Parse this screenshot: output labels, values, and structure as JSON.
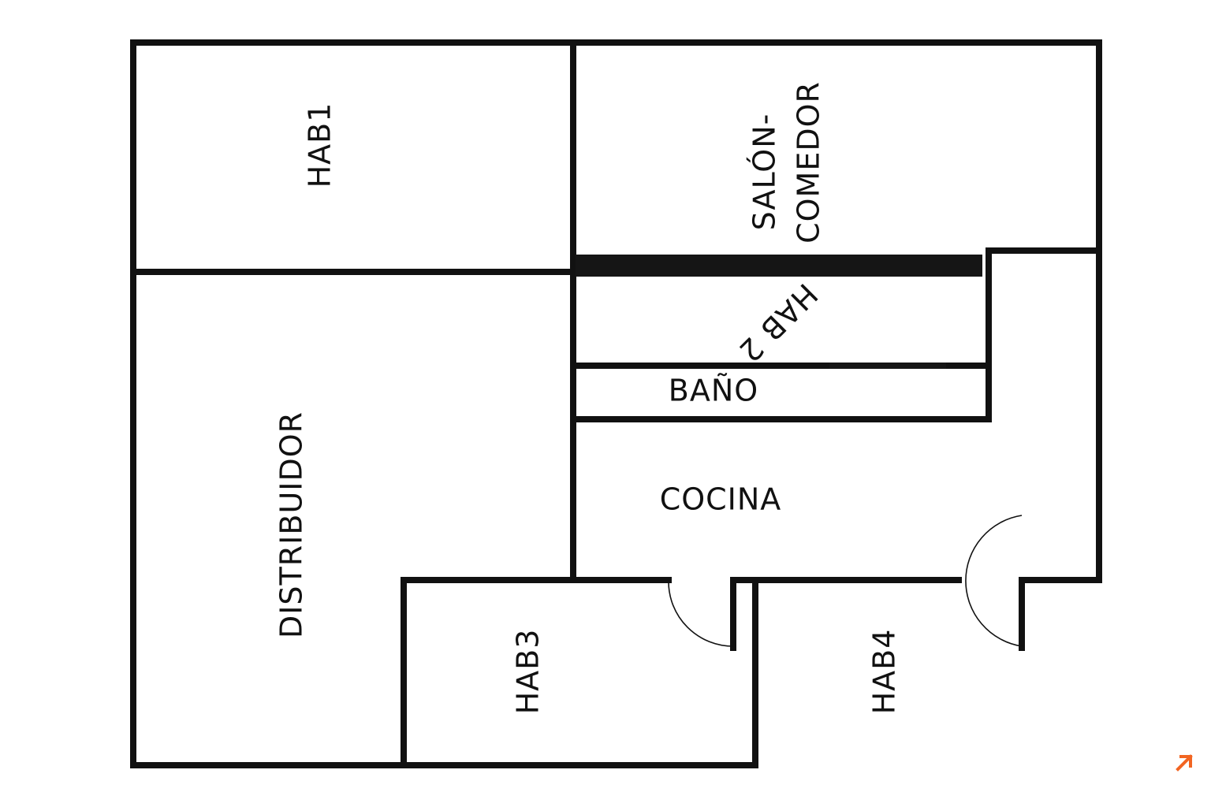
{
  "plan": {
    "rooms": [
      {
        "id": "hab1",
        "label": "HAB1"
      },
      {
        "id": "salon-comedor",
        "label_line1": "SALÓN-",
        "label_line2": "COMEDOR"
      },
      {
        "id": "hab2",
        "label": "HAB 2"
      },
      {
        "id": "bano",
        "label": "BAÑO"
      },
      {
        "id": "distribuidor",
        "label": "DISTRIBUIDOR"
      },
      {
        "id": "cocina",
        "label": "COCINA"
      },
      {
        "id": "hab3",
        "label": "HAB3"
      },
      {
        "id": "hab4",
        "label": "HAB4"
      }
    ],
    "colors": {
      "wall": "#111111",
      "background": "#ffffff",
      "accent": "#f26522"
    },
    "icons": [
      "door-swing-icon",
      "corner-arrow-icon"
    ]
  }
}
